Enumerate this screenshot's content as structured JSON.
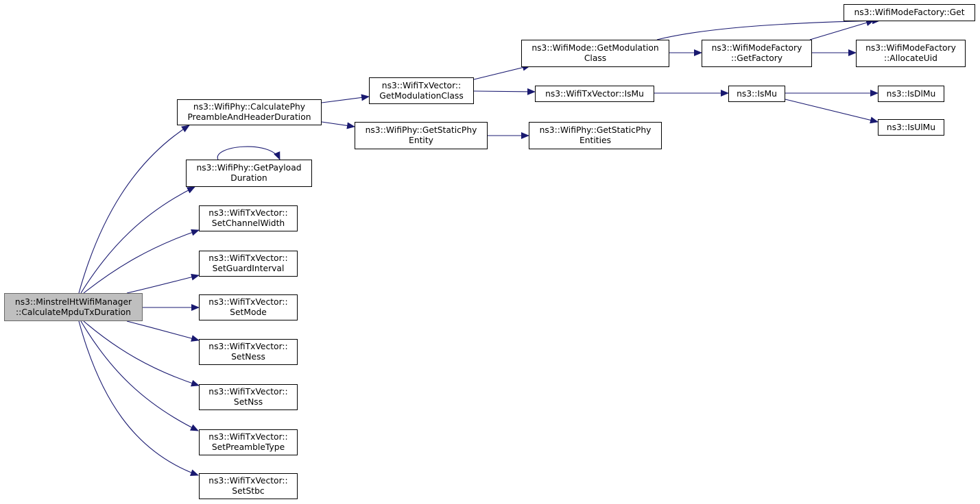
{
  "colors": {
    "edge": "#191970",
    "root_fill": "#bfbfbf",
    "node_fill": "#ffffff",
    "node_border": "#000000"
  },
  "nodes": {
    "root": [
      "ns3::MinstrelHtWifiManager",
      "::CalculateMpduTxDuration"
    ],
    "calc_preamble": [
      "ns3::WifiPhy::CalculatePhy",
      "PreambleAndHeaderDuration"
    ],
    "get_payload": [
      "ns3::WifiPhy::GetPayload",
      "Duration"
    ],
    "set_channel_width": [
      "ns3::WifiTxVector::",
      "SetChannelWidth"
    ],
    "set_guard_interval": [
      "ns3::WifiTxVector::",
      "SetGuardInterval"
    ],
    "set_mode": [
      "ns3::WifiTxVector::",
      "SetMode"
    ],
    "set_ness": [
      "ns3::WifiTxVector::",
      "SetNess"
    ],
    "set_nss": [
      "ns3::WifiTxVector::",
      "SetNss"
    ],
    "set_preamble_type": [
      "ns3::WifiTxVector::",
      "SetPreambleType"
    ],
    "set_stbc": [
      "ns3::WifiTxVector::",
      "SetStbc"
    ],
    "txv_get_mod_class": [
      "ns3::WifiTxVector::",
      "GetModulationClass"
    ],
    "get_static_phy_entity": [
      "ns3::WifiPhy::GetStaticPhy",
      "Entity"
    ],
    "mode_get_mod_class": [
      "ns3::WifiMode::GetModulation",
      "Class"
    ],
    "txv_is_mu": [
      "ns3::WifiTxVector::IsMu"
    ],
    "get_static_phy_entities": [
      "ns3::WifiPhy::GetStaticPhy",
      "Entities"
    ],
    "factory_get": [
      "ns3::WifiModeFactory::Get"
    ],
    "factory_get_factory": [
      "ns3::WifiModeFactory",
      "::GetFactory"
    ],
    "factory_allocate_uid": [
      "ns3::WifiModeFactory",
      "::AllocateUid"
    ],
    "is_mu": [
      "ns3::IsMu"
    ],
    "is_dl_mu": [
      "ns3::IsDlMu"
    ],
    "is_ul_mu": [
      "ns3::IsUlMu"
    ]
  },
  "edges": [
    [
      "root",
      "calc_preamble"
    ],
    [
      "root",
      "get_payload"
    ],
    [
      "root",
      "set_channel_width"
    ],
    [
      "root",
      "set_guard_interval"
    ],
    [
      "root",
      "set_mode"
    ],
    [
      "root",
      "set_ness"
    ],
    [
      "root",
      "set_nss"
    ],
    [
      "root",
      "set_preamble_type"
    ],
    [
      "root",
      "set_stbc"
    ],
    [
      "calc_preamble",
      "txv_get_mod_class"
    ],
    [
      "calc_preamble",
      "get_static_phy_entity"
    ],
    [
      "get_payload",
      "get_payload"
    ],
    [
      "txv_get_mod_class",
      "mode_get_mod_class"
    ],
    [
      "txv_get_mod_class",
      "txv_is_mu"
    ],
    [
      "get_static_phy_entity",
      "get_static_phy_entities"
    ],
    [
      "mode_get_mod_class",
      "factory_get"
    ],
    [
      "mode_get_mod_class",
      "factory_get_factory"
    ],
    [
      "factory_get_factory",
      "factory_get"
    ],
    [
      "factory_get_factory",
      "factory_allocate_uid"
    ],
    [
      "txv_is_mu",
      "is_mu"
    ],
    [
      "is_mu",
      "is_dl_mu"
    ],
    [
      "is_mu",
      "is_ul_mu"
    ]
  ]
}
